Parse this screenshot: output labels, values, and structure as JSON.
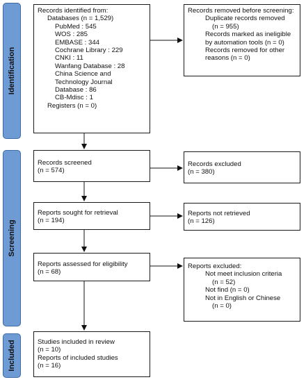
{
  "phases": {
    "identification": "Identification",
    "screening": "Screening",
    "included": "Included"
  },
  "identified": {
    "title": "Records identified from:",
    "databases": "Databases (n = 1,529)",
    "pubmed": "PubMed : 545",
    "wos": "WOS : 285",
    "embase": "EMBASE : 344",
    "cochrane": "Cochrane Library : 229",
    "cnki": "CNKI : 11",
    "wanfang": "Wanfang Database : 28",
    "china_line1": "China Science and",
    "china_line2": "Technology Journal",
    "china_line3": "Database : 86",
    "cbm": "CB-Mdisc : 1",
    "registers": "Registers (n = 0)"
  },
  "removed": {
    "title": "Records removed before screening:",
    "dup_line1": "Duplicate records removed",
    "dup_line2": "(n = 955)",
    "auto_line1": "Records marked as ineligible",
    "auto_line2": "by automation tools (n = 0)",
    "other_line1": "Records removed for other",
    "other_line2": "reasons (n = 0)"
  },
  "screened": {
    "line1": "Records screened",
    "line2": "(n = 574)"
  },
  "excluded": {
    "line1": "Records excluded",
    "line2": "(n = 380)"
  },
  "sought": {
    "line1": "Reports sought for retrieval",
    "line2": "(n = 194)"
  },
  "not_retrieved": {
    "line1": "Reports not retrieved",
    "line2": "(n = 126)"
  },
  "assessed": {
    "line1": "Reports assessed for eligibility",
    "line2": "(n = 68)"
  },
  "reports_excluded": {
    "title": "Reports excluded:",
    "criteria_line1": "Not meet inclusion criteria",
    "criteria_line2": "(n = 52)",
    "notfind": "Not find (n = 0)",
    "lang_line1": "Not in English or Chinese",
    "lang_line2": "(n = 0)"
  },
  "included": {
    "studies_line1": "Studies included in review",
    "studies_line2": "(n = 10)",
    "reports_line1": "Reports of included studies",
    "reports_line2": "(n = 16)"
  }
}
